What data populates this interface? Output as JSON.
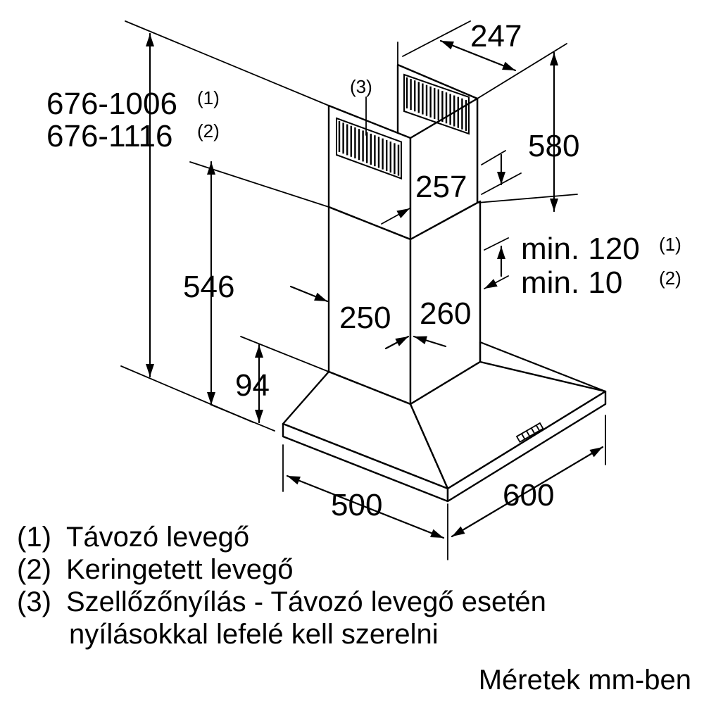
{
  "dimensions": {
    "total_height_1": "676-1006",
    "total_height_1_note": "(1)",
    "total_height_2": "676-1116",
    "total_height_2_note": "(2)",
    "upper_chimney_depth": "247",
    "upper_chimney_height": "580",
    "upper_chimney_width": "257",
    "lower_chimney_height": "546",
    "lower_chimney_width": "250",
    "lower_chimney_depth": "260",
    "canopy_height": "94",
    "hood_depth": "500",
    "hood_width": "600",
    "clearance_1": "min. 120",
    "clearance_1_note": "(1)",
    "clearance_2": "min. 10",
    "clearance_2_note": "(2)",
    "vent_callout": "(3)"
  },
  "legend": {
    "items": [
      {
        "num": "(1)",
        "text": "Távozó levegő"
      },
      {
        "num": "(2)",
        "text": "Keringetett levegő"
      },
      {
        "num": "(3)",
        "text": "Szellőzőnyílás - Távozó levegő esetén",
        "continuation": "nyílásokkal lefelé kell szerelni"
      }
    ]
  },
  "units_note": "Méretek mm-ben"
}
